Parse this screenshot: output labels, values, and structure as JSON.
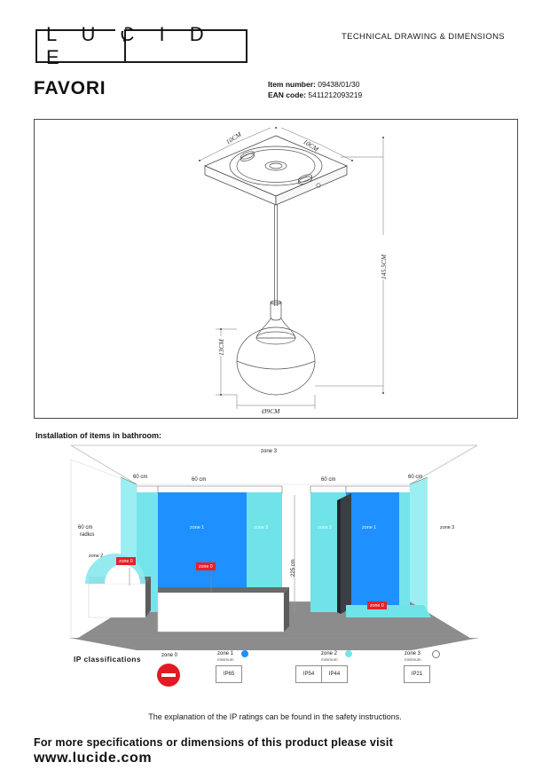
{
  "header": {
    "brand_letters": "L U C I D E",
    "document_type": "TECHNICAL DRAWING & DIMENSIONS",
    "product_name": "FAVORI",
    "item_number_label": "Item number:",
    "item_number_value": "09438/01/30",
    "ean_label": "EAN code:",
    "ean_value": "5411212093219"
  },
  "technical_drawing": {
    "dimensions": {
      "canopy_width_left": "10CM",
      "canopy_width_right": "10CM",
      "total_height": "145.5CM",
      "shade_height": "13CM",
      "shade_diameter": "Ø9CM"
    }
  },
  "bathroom": {
    "section_title": "Installation of items in bathroom:",
    "zone3_ceiling": "zone 3",
    "height_label": "225 cm",
    "radius_label_line1": "60 cm",
    "radius_label_line2": "radius",
    "distances": {
      "left_corner": "60 cm",
      "back_left": "60 cm",
      "back_right": "60 cm",
      "right_corner": "60 cm"
    },
    "wall_labels": {
      "left_outer": "zone 2",
      "back_left_zone1": "zone 1",
      "back_left_zone3": "zone 3",
      "right_zone2": "zone 2",
      "right_zone1": "zone 1",
      "right_outer_zone3": "zone 3"
    },
    "zone_tags": {
      "sink": "zone 0",
      "bath": "zone 0",
      "shower": "zone 0"
    },
    "colors": {
      "zone1": "#1E90FF",
      "zone2": "#74E4EA",
      "zone3": "#9BEFF2",
      "zone0_tag": "#E8202A",
      "floor": "#8C8C8C"
    }
  },
  "ip_classifications": {
    "title": "IP classifications",
    "entries": [
      {
        "zone": "zone 0",
        "minimum": "",
        "ratings": [],
        "icon": "no-entry-icon",
        "swatch": ""
      },
      {
        "zone": "zone 1",
        "minimum": "minimum",
        "ratings": [
          "IP65"
        ],
        "icon": "",
        "swatch": "#1E90FF"
      },
      {
        "zone": "zone 2",
        "minimum": "minimum",
        "ratings": [
          "IP54",
          "IP44"
        ],
        "icon": "",
        "swatch": "#74E4EA"
      },
      {
        "zone": "zone 3",
        "minimum": "minimum",
        "ratings": [
          "IP21"
        ],
        "icon": "",
        "swatch": "#FFFFFF"
      }
    ]
  },
  "footer": {
    "explanation": "The explanation of the IP ratings can be found in the safety instructions.",
    "cta_line1": "For more specifications or dimensions of this product please visit",
    "cta_line2": "www.lucide.com"
  }
}
